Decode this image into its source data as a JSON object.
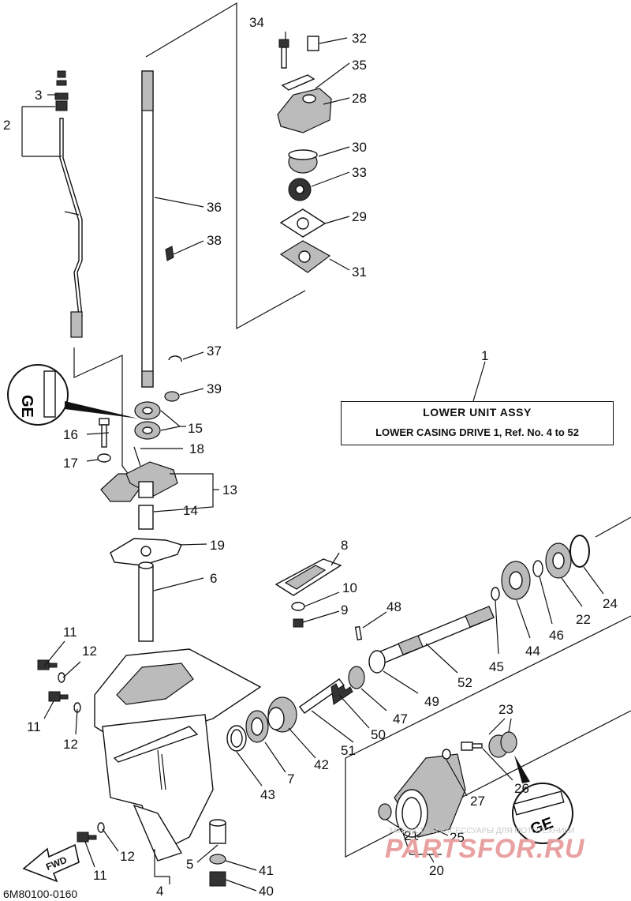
{
  "title_box": {
    "line1": "LOWER UNIT ASSY",
    "line2": "LOWER CASING DRIVE 1, Ref. No. 4 to 52"
  },
  "diagram_code": "6M80100-0160",
  "fwd_marker": "FWD",
  "watermark": {
    "top_text": "ЗАПЧАСТИ И АКСЕССУАРЫ ДЛЯ МОТОТЕХНИКИ",
    "main_text": "PARTSFOR.RU"
  },
  "callouts": {
    "n1": "1",
    "n2": "2",
    "n3": "3",
    "n4": "4",
    "n5": "5",
    "n6": "6",
    "n7": "7",
    "n8": "8",
    "n9": "9",
    "n10": "10",
    "n11a": "11",
    "n11b": "11",
    "n11c": "11",
    "n12a": "12",
    "n12b": "12",
    "n12c": "12",
    "n13": "13",
    "n14": "14",
    "n15": "15",
    "n16": "16",
    "n17": "17",
    "n18": "18",
    "n19": "19",
    "n20": "20",
    "n21": "21",
    "n22": "22",
    "n23": "23",
    "n24": "24",
    "n25": "25",
    "n26": "26",
    "n27": "27",
    "n28": "28",
    "n29": "29",
    "n30": "30",
    "n31": "31",
    "n32": "32",
    "n33": "33",
    "n34": "34",
    "n35": "35",
    "n36": "36",
    "n37": "37",
    "n38": "38",
    "n39": "39",
    "n40": "40",
    "n41": "41",
    "n42": "42",
    "n43": "43",
    "n44": "44",
    "n45": "45",
    "n46": "46",
    "n47": "47",
    "n48": "48",
    "n49": "49",
    "n50": "50",
    "n51": "51",
    "n52": "52"
  },
  "badges": {
    "grease_top": "GE",
    "grease_bottom": "GE"
  }
}
